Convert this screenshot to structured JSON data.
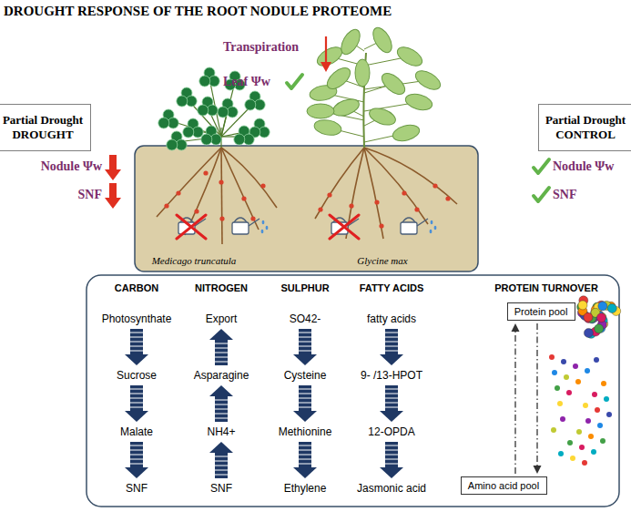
{
  "diagram": {
    "title": "DROUGHT RESPONSE OF THE ROOT NODULE PROTEOME",
    "nodes": [
      {
        "text": [
          "Partial Drought",
          "DROUGHT"
        ]
      },
      {
        "text": [
          "Partial Drought",
          "CONTROL"
        ]
      },
      {
        "text": [
          "Photosynthate"
        ]
      },
      {
        "text": [
          "Sucrose"
        ]
      },
      {
        "text": [
          "Malate"
        ]
      },
      {
        "text": [
          "SNF"
        ]
      },
      {
        "text": [
          "Export"
        ]
      },
      {
        "text": [
          "Asparagine"
        ]
      },
      {
        "text": [
          "NH4+"
        ]
      },
      {
        "text": [
          "SNF"
        ]
      },
      {
        "text": [
          "SO42-"
        ]
      },
      {
        "text": [
          "Cysteine"
        ]
      },
      {
        "text": [
          "Methionine"
        ]
      },
      {
        "text": [
          "Ethylene"
        ]
      },
      {
        "text": [
          "fatty acids"
        ]
      },
      {
        "text": [
          "9- /13-HPOT"
        ]
      },
      {
        "text": [
          "12-OPDA"
        ]
      },
      {
        "text": [
          "Jasmonic acid"
        ]
      },
      {
        "text": [
          "Protein pool"
        ]
      },
      {
        "text": [
          "Amino acid pool"
        ]
      }
    ],
    "edges": [
      {
        "from": 2,
        "to": 3,
        "arrow": "to"
      },
      {
        "from": 3,
        "to": 4,
        "arrow": "to"
      },
      {
        "from": 4,
        "to": 5,
        "arrow": "to"
      },
      {
        "from": 9,
        "to": 8,
        "arrow": "to"
      },
      {
        "from": 8,
        "to": 7,
        "arrow": "to"
      },
      {
        "from": 7,
        "to": 6,
        "arrow": "to"
      },
      {
        "from": 10,
        "to": 11,
        "arrow": "to"
      },
      {
        "from": 11,
        "to": 12,
        "arrow": "to"
      },
      {
        "from": 12,
        "to": 13,
        "arrow": "to"
      },
      {
        "from": 14,
        "to": 15,
        "arrow": "to"
      },
      {
        "from": 15,
        "to": 16,
        "arrow": "to"
      },
      {
        "from": 16,
        "to": 17,
        "arrow": "to"
      },
      {
        "from": 18,
        "to": 19,
        "arrow": "to"
      },
      {
        "from": 19,
        "to": 18,
        "arrow": "to"
      }
    ],
    "labels": [
      "Transpiration",
      "Leaf Ψw",
      "Nodule Ψw",
      "SNF",
      "Nodule Ψw",
      "SNF",
      "Medicago truncatula",
      "Glycine max",
      "CARBON",
      "NITROGEN",
      "SULPHUR",
      "FATTY ACIDS",
      "PROTEIN TURNOVER"
    ]
  }
}
